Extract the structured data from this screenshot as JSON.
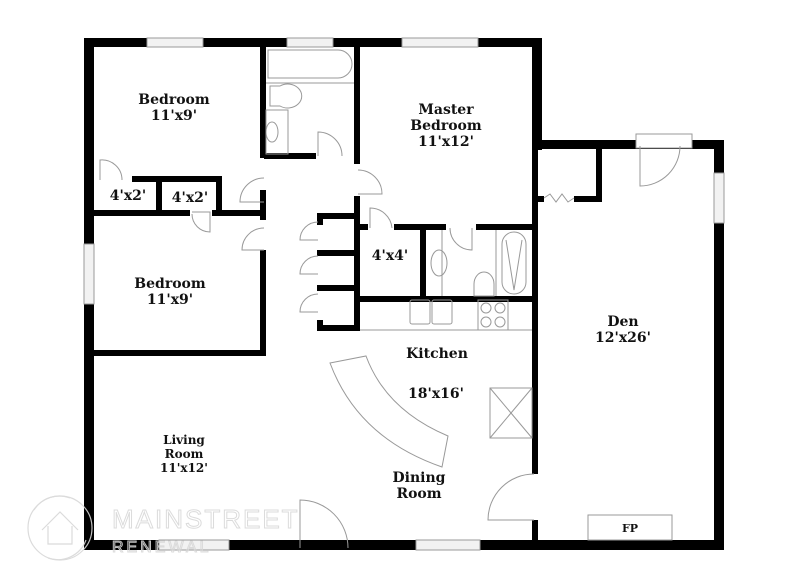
{
  "floor_plan": {
    "rooms": [
      {
        "id": "bedroom-1",
        "name": "Bedroom",
        "size": "11'x9'"
      },
      {
        "id": "bedroom-2",
        "name": "Bedroom",
        "size": "11'x9'"
      },
      {
        "id": "master-bedroom",
        "name_line1": "Master",
        "name_line2": "Bedroom",
        "size": "11'x12'"
      },
      {
        "id": "closet-1",
        "size": "4'x2'"
      },
      {
        "id": "closet-2",
        "size": "4'x2'"
      },
      {
        "id": "closet-3",
        "size": "4'x4'"
      },
      {
        "id": "kitchen",
        "name": "Kitchen",
        "size": "18'x16'"
      },
      {
        "id": "dining-room",
        "name_line1": "Dining",
        "name_line2": "Room"
      },
      {
        "id": "living-room",
        "name_line1": "Living",
        "name_line2": "Room",
        "size": "11'x12'"
      },
      {
        "id": "den",
        "name": "Den",
        "size": "12'x26'"
      }
    ],
    "fireplace_label": "FP",
    "colors": {
      "wall": "#000000",
      "fixture_line": "#999999",
      "window_fill": "#eeeeee",
      "background": "#ffffff",
      "watermark": "#d8d8d8"
    }
  },
  "watermark": {
    "brand_line1": "MAINSTREET",
    "brand_line2": "RENEWAL"
  }
}
